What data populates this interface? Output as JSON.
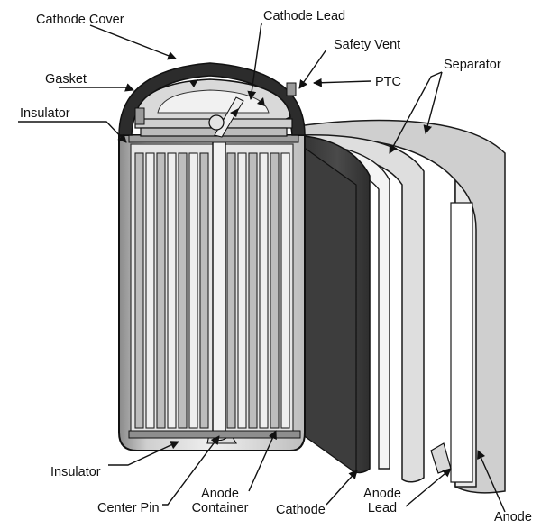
{
  "labels": {
    "cathode_cover": "Cathode Cover",
    "cathode_lead": "Cathode Lead",
    "safety_vent": "Safety Vent",
    "gasket": "Gasket",
    "ptc": "PTC",
    "separator": "Separator",
    "insulator_top": "Insulator",
    "insulator_bottom": "Insulator",
    "center_pin": "Center Pin",
    "anode_container_line1": "Anode",
    "anode_container_line2": "Container",
    "cathode": "Cathode",
    "anode_lead_line1": "Anode",
    "anode_lead_line2": "Lead",
    "anode": "Anode"
  },
  "colors": {
    "outline": "#1a1a1a",
    "dark_sheet": "#3c3c3c",
    "mid_gray": "#9a9a9a",
    "light_gray": "#d4d4d4",
    "background": "#ffffff"
  }
}
